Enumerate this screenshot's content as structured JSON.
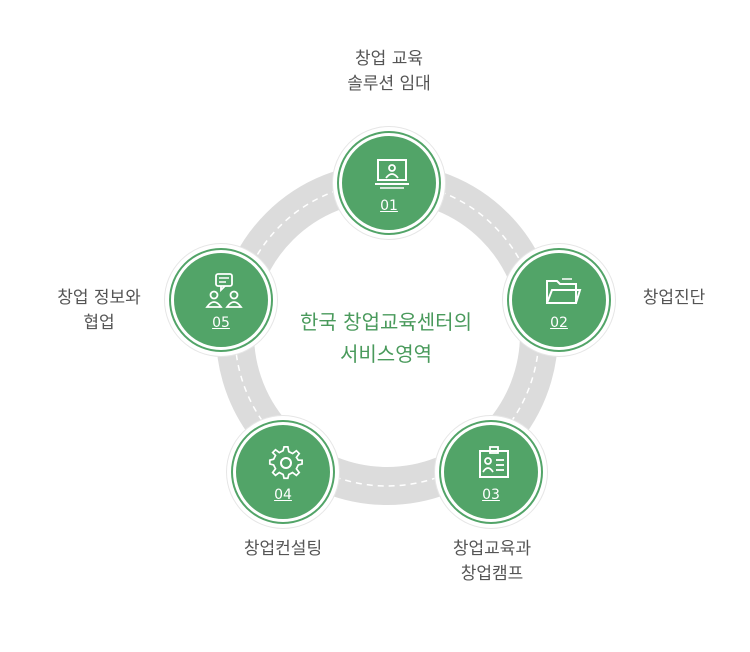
{
  "center": {
    "line1": "한국 창업교육센터의",
    "line2": "서비스영역"
  },
  "nodes": [
    {
      "num": "01",
      "label_line1": "창업 교육",
      "label_line2": "솔루션 임대",
      "icon": "monitor-user-icon"
    },
    {
      "num": "02",
      "label_line1": "창업진단",
      "label_line2": "",
      "icon": "folder-icon"
    },
    {
      "num": "03",
      "label_line1": "창업교육과",
      "label_line2": "창업캠프",
      "icon": "id-card-icon"
    },
    {
      "num": "04",
      "label_line1": "창업컨설팅",
      "label_line2": "",
      "icon": "gear-icon"
    },
    {
      "num": "05",
      "label_line1": "창업 정보와",
      "label_line2": "협업",
      "icon": "people-chat-icon"
    }
  ],
  "colors": {
    "green": "#52a468",
    "ring": "#dcdcdc",
    "text_green": "#4a9a5c",
    "label": "#555555"
  }
}
